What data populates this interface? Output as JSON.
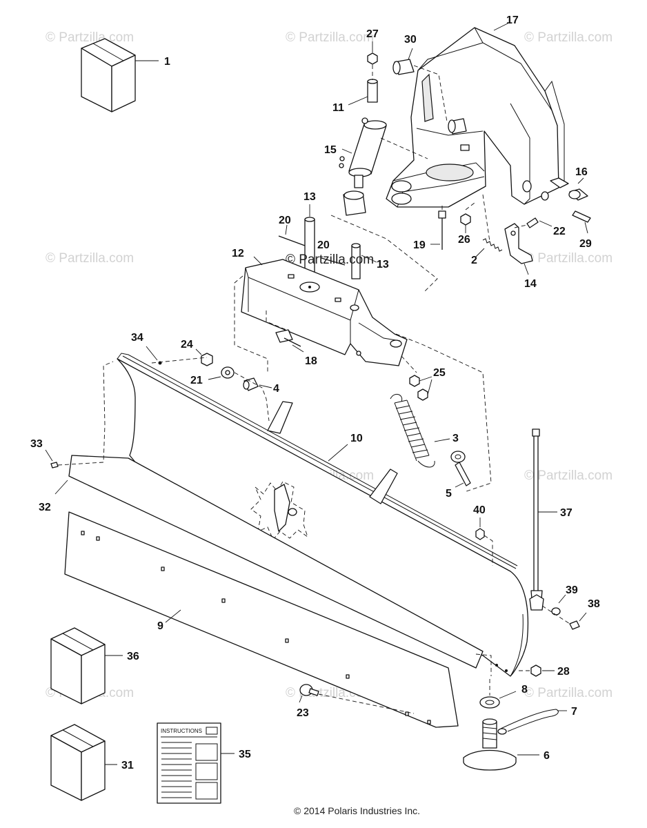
{
  "watermark": "© Partzilla.com",
  "copyright": "© 2014 Polaris Industries Inc.",
  "instructions_label": "INSTRUCTIONS",
  "callouts": {
    "c1": "1",
    "c2": "2",
    "c3": "3",
    "c4": "4",
    "c5": "5",
    "c6": "6",
    "c7": "7",
    "c8": "8",
    "c9": "9",
    "c10": "10",
    "c11": "11",
    "c12": "12",
    "c13a": "13",
    "c13b": "13",
    "c14": "14",
    "c15": "15",
    "c16": "16",
    "c17": "17",
    "c18": "18",
    "c19": "19",
    "c20a": "20",
    "c20b": "20",
    "c21": "21",
    "c22": "22",
    "c23": "23",
    "c24": "24",
    "c25": "25",
    "c26": "26",
    "c27": "27",
    "c28": "28",
    "c29": "29",
    "c30": "30",
    "c31": "31",
    "c32": "32",
    "c33": "33",
    "c34": "34",
    "c35": "35",
    "c36": "36",
    "c37": "37",
    "c38": "38",
    "c39": "39",
    "c40": "40"
  },
  "parts": [
    {
      "name": "box-1-icon"
    },
    {
      "name": "box-31-icon"
    },
    {
      "name": "box-36-icon"
    },
    {
      "name": "instruction-sheet-icon"
    },
    {
      "name": "mount-bracket"
    },
    {
      "name": "hydraulic-cylinder"
    },
    {
      "name": "pivot-frame"
    },
    {
      "name": "plow-blade"
    },
    {
      "name": "wear-strip"
    },
    {
      "name": "side-marker-rod"
    }
  ]
}
